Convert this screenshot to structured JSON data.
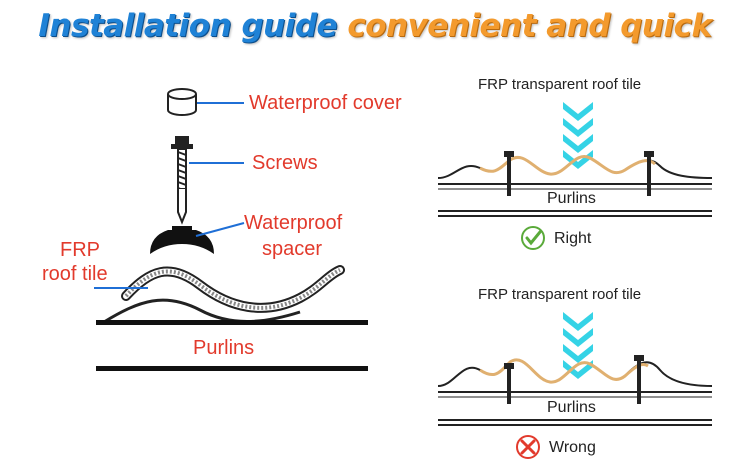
{
  "title": {
    "part1": "Installation guide",
    "part2": "convenient and quick"
  },
  "left_diagram": {
    "labels": {
      "cover": "Waterproof cover",
      "screws": "Screws",
      "spacer_line1": "Waterproof",
      "spacer_line2": "spacer",
      "frp_line1": "FRP",
      "frp_line2": "roof tile",
      "purlins": "Purlins"
    }
  },
  "right_top": {
    "tile": "FRP transparent roof tile",
    "purlins": "Purlins",
    "result": "Right",
    "result_icon": "check-circle-icon"
  },
  "right_bottom": {
    "tile": "FRP transparent roof tile",
    "purlins": "Purlins",
    "result": "Wrong",
    "result_icon": "x-circle-icon"
  },
  "colors": {
    "title_blue": "#1f82d6",
    "title_orange": "#f39a2d",
    "label_red": "#e23a2c",
    "arrow_cyan": "#35d3e6",
    "wave_tan": "#e0b070",
    "leader_blue": "#1f6fd6"
  }
}
